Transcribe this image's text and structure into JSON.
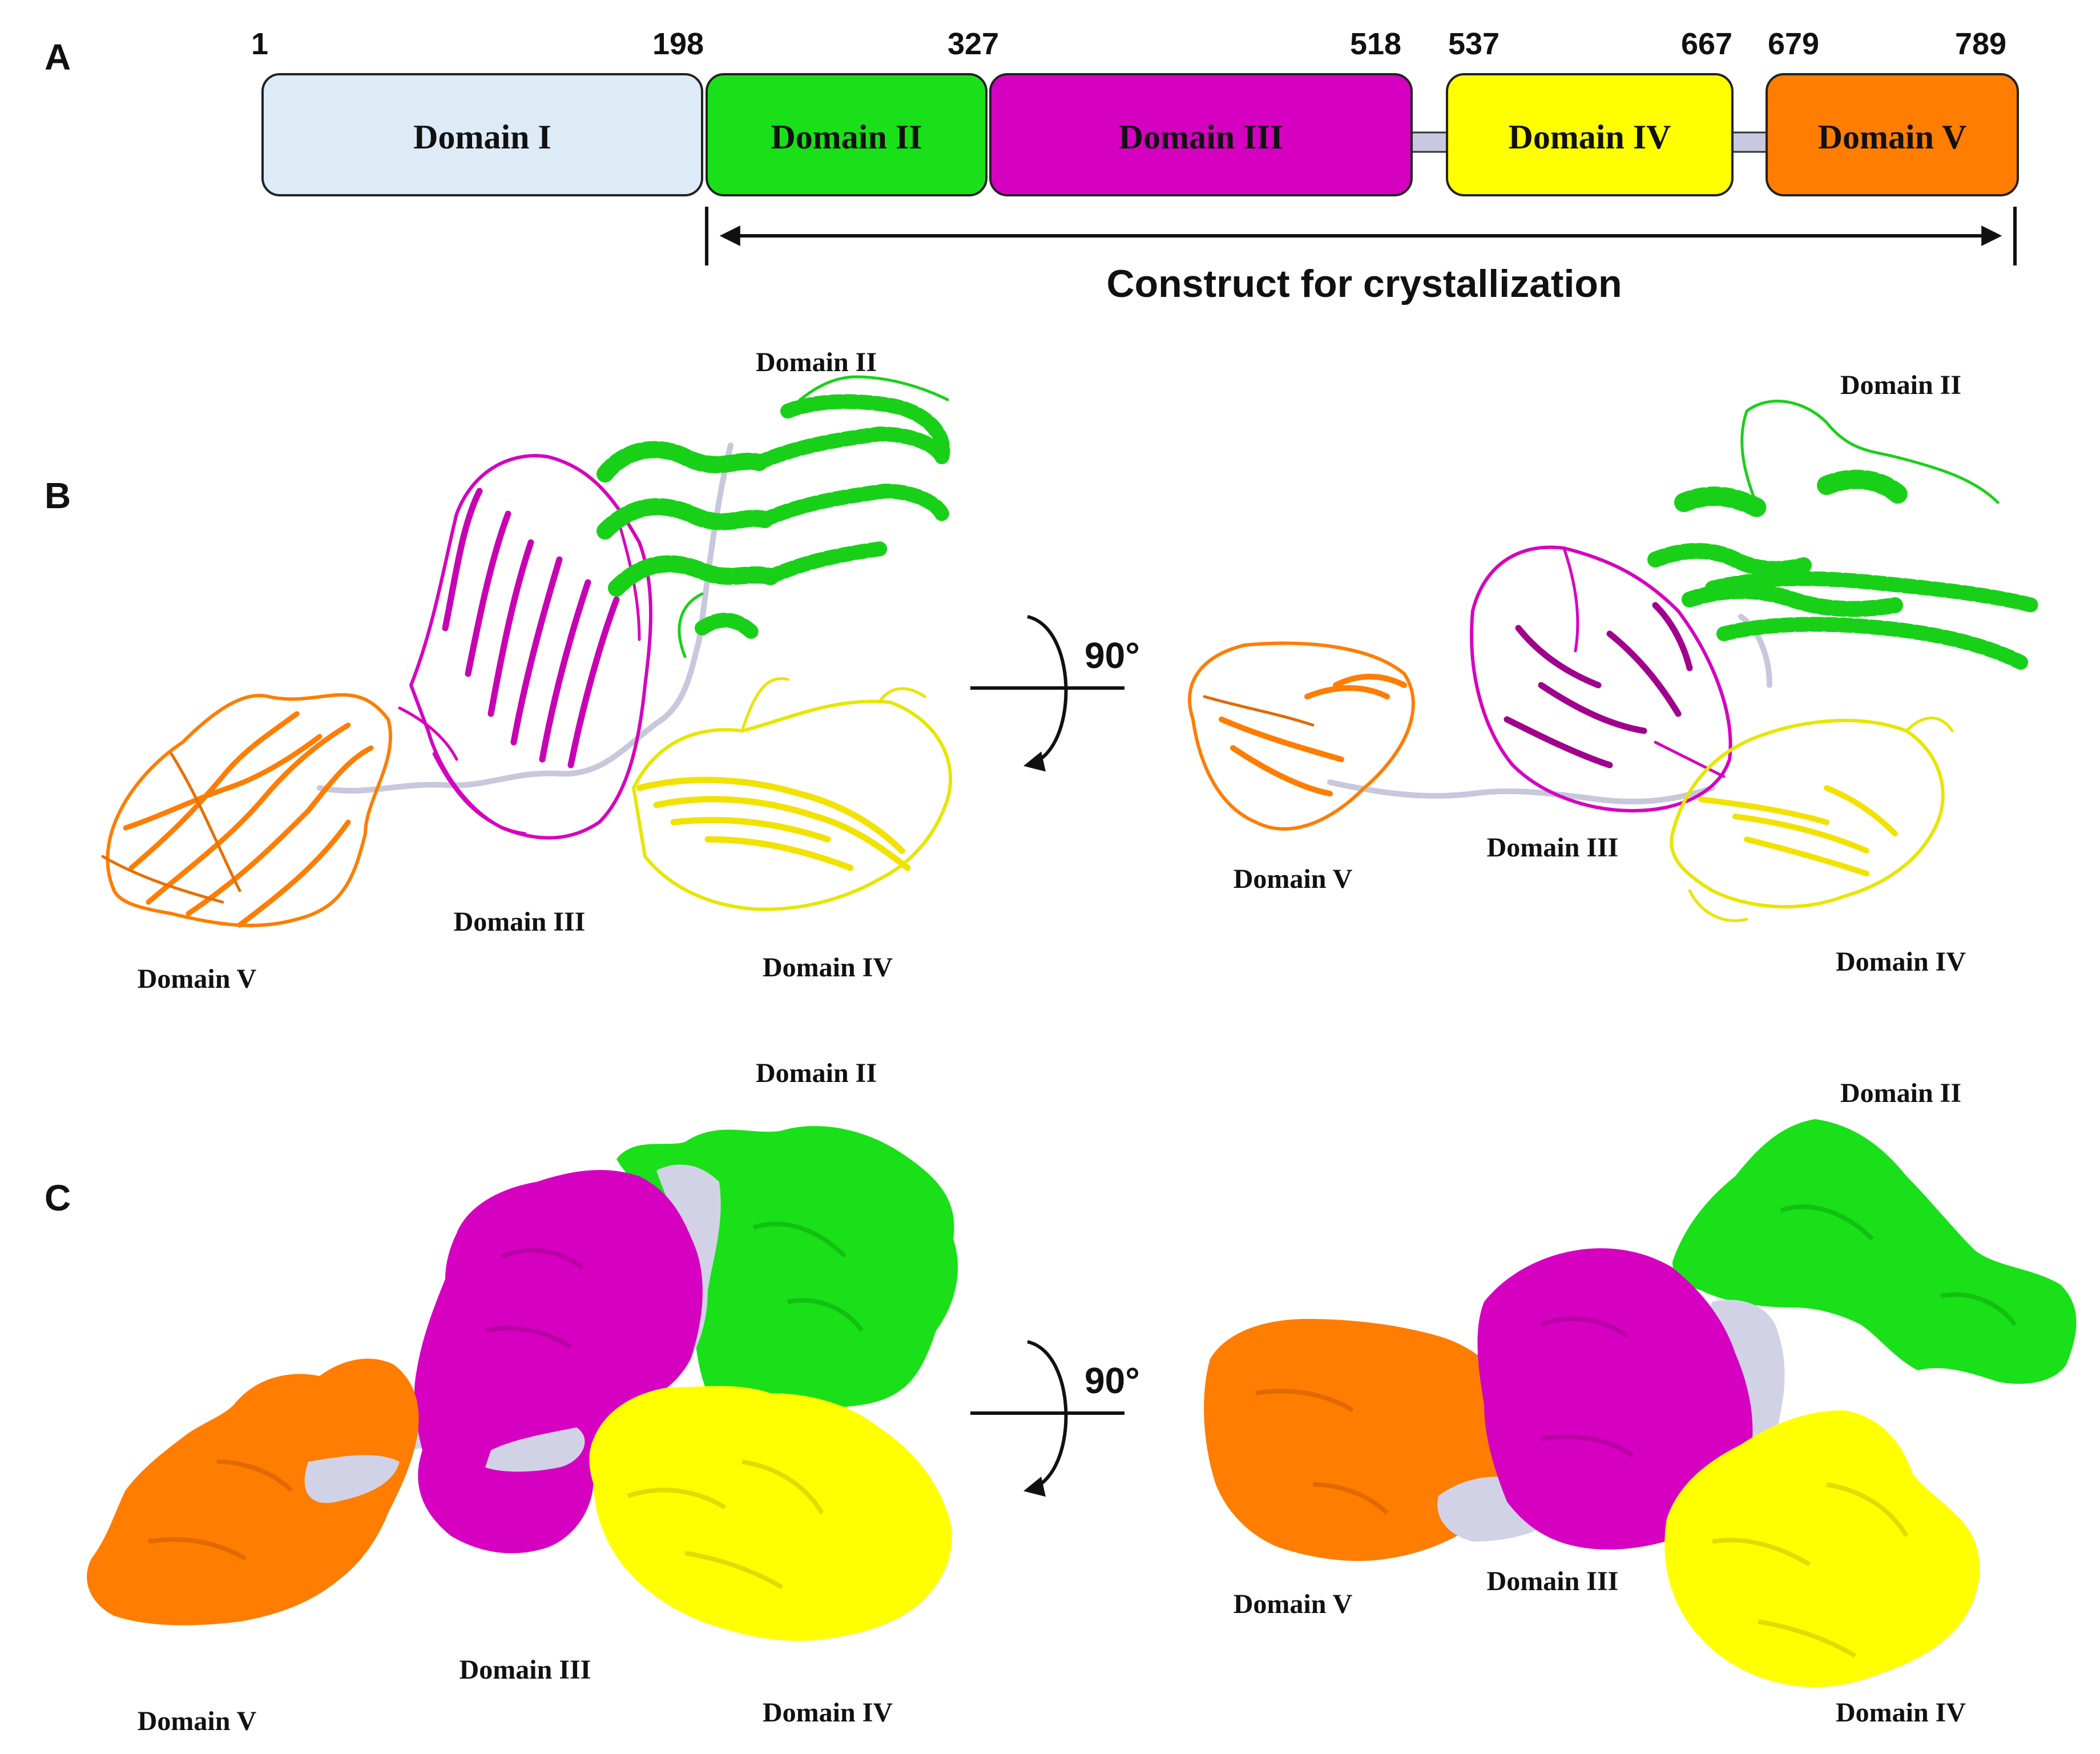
{
  "panels": {
    "a": "A",
    "b": "B",
    "c": "C"
  },
  "positions": [
    "1",
    "198",
    "327",
    "518",
    "537",
    "667",
    "679",
    "789"
  ],
  "domains": [
    {
      "label": "Domain I",
      "color": "#dcebf6"
    },
    {
      "label": "Domain II",
      "color": "#19e019"
    },
    {
      "label": "Domain III",
      "color": "#d600c0"
    },
    {
      "label": "Domain IV",
      "color": "#ffff00"
    },
    {
      "label": "Domain V",
      "color": "#ff7d00"
    }
  ],
  "linker_color": "#c8c8e0",
  "construct_label": "Construct for crystallization",
  "rotation_label": "90°",
  "structure_labels": {
    "domain_ii": "Domain II",
    "domain_iii": "Domain III",
    "domain_iv": "Domain IV",
    "domain_v": "Domain V"
  }
}
